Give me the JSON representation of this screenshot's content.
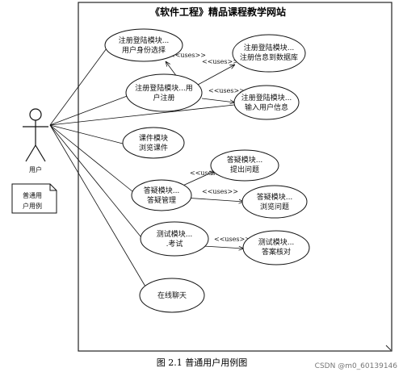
{
  "diagram": {
    "title": "《软件工程》精品课程教学网站",
    "actor_label": "用户",
    "note_lines": [
      "普通用",
      "户用例"
    ],
    "uses_label": "<<uses>>",
    "use_cases": {
      "register_identity": [
        "注册登陆模块...",
        "用户身份选择"
      ],
      "register_user": [
        "注册登陆模块...用",
        "户注册"
      ],
      "register_db": [
        "注册登陆模块...",
        "注册信息到数据库"
      ],
      "register_input": [
        "注册登陆模块...",
        "输入用户信息"
      ],
      "courseware": [
        "课件模块",
        "浏览课件"
      ],
      "qa_manage": [
        "答疑模块...",
        "答疑管理"
      ],
      "qa_ask": [
        "答疑模块...",
        "提出问题"
      ],
      "qa_browse": [
        "答疑模块...",
        "浏览问题"
      ],
      "test_exam": [
        "测试模块...",
        ".考试"
      ],
      "test_check": [
        "测试模块...",
        "答案核对"
      ],
      "chat": [
        "在线聊天"
      ]
    }
  },
  "caption": "图 2.1  普通用户用例图",
  "watermark": "CSDN @m0_60139146"
}
